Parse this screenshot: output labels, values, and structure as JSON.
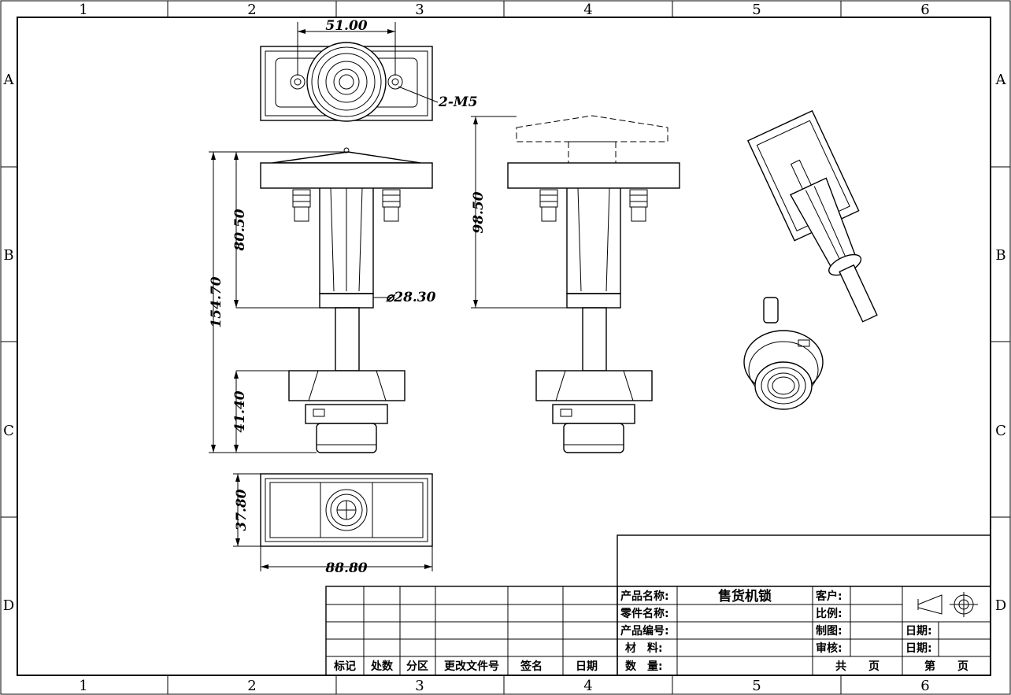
{
  "zones": {
    "columns": [
      "1",
      "2",
      "3",
      "4",
      "5",
      "6"
    ],
    "rows": [
      "A",
      "B",
      "C",
      "D"
    ]
  },
  "dimensions": {
    "top_width": "51.00",
    "thread": "2-M5",
    "overall_height": "154.70",
    "upper_height": "80.50",
    "shaft_diameter": "⌀28.30",
    "lower_height": "41.40",
    "side_height": "98.50",
    "bottom_height": "37.80",
    "bottom_width": "88.80"
  },
  "title_block": {
    "product_name_label": "产品名称:",
    "product_name_value": "售货机锁",
    "part_name_label": "零件名称:",
    "product_no_label": "产品编号:",
    "material_label": "材　料:",
    "quantity_label": "数　量:",
    "customer_label": "客户:",
    "scale_label": "比例:",
    "drawn_label": "制图:",
    "checked_label": "审核:",
    "date_label_1": "日期:",
    "date_label_2": "日期:",
    "total_pages_label": "共　　页",
    "page_no_label": "第　　页"
  },
  "revision_block": {
    "headers": [
      "标记",
      "处数",
      "分区",
      "更改文件号",
      "签名",
      "日期"
    ]
  }
}
